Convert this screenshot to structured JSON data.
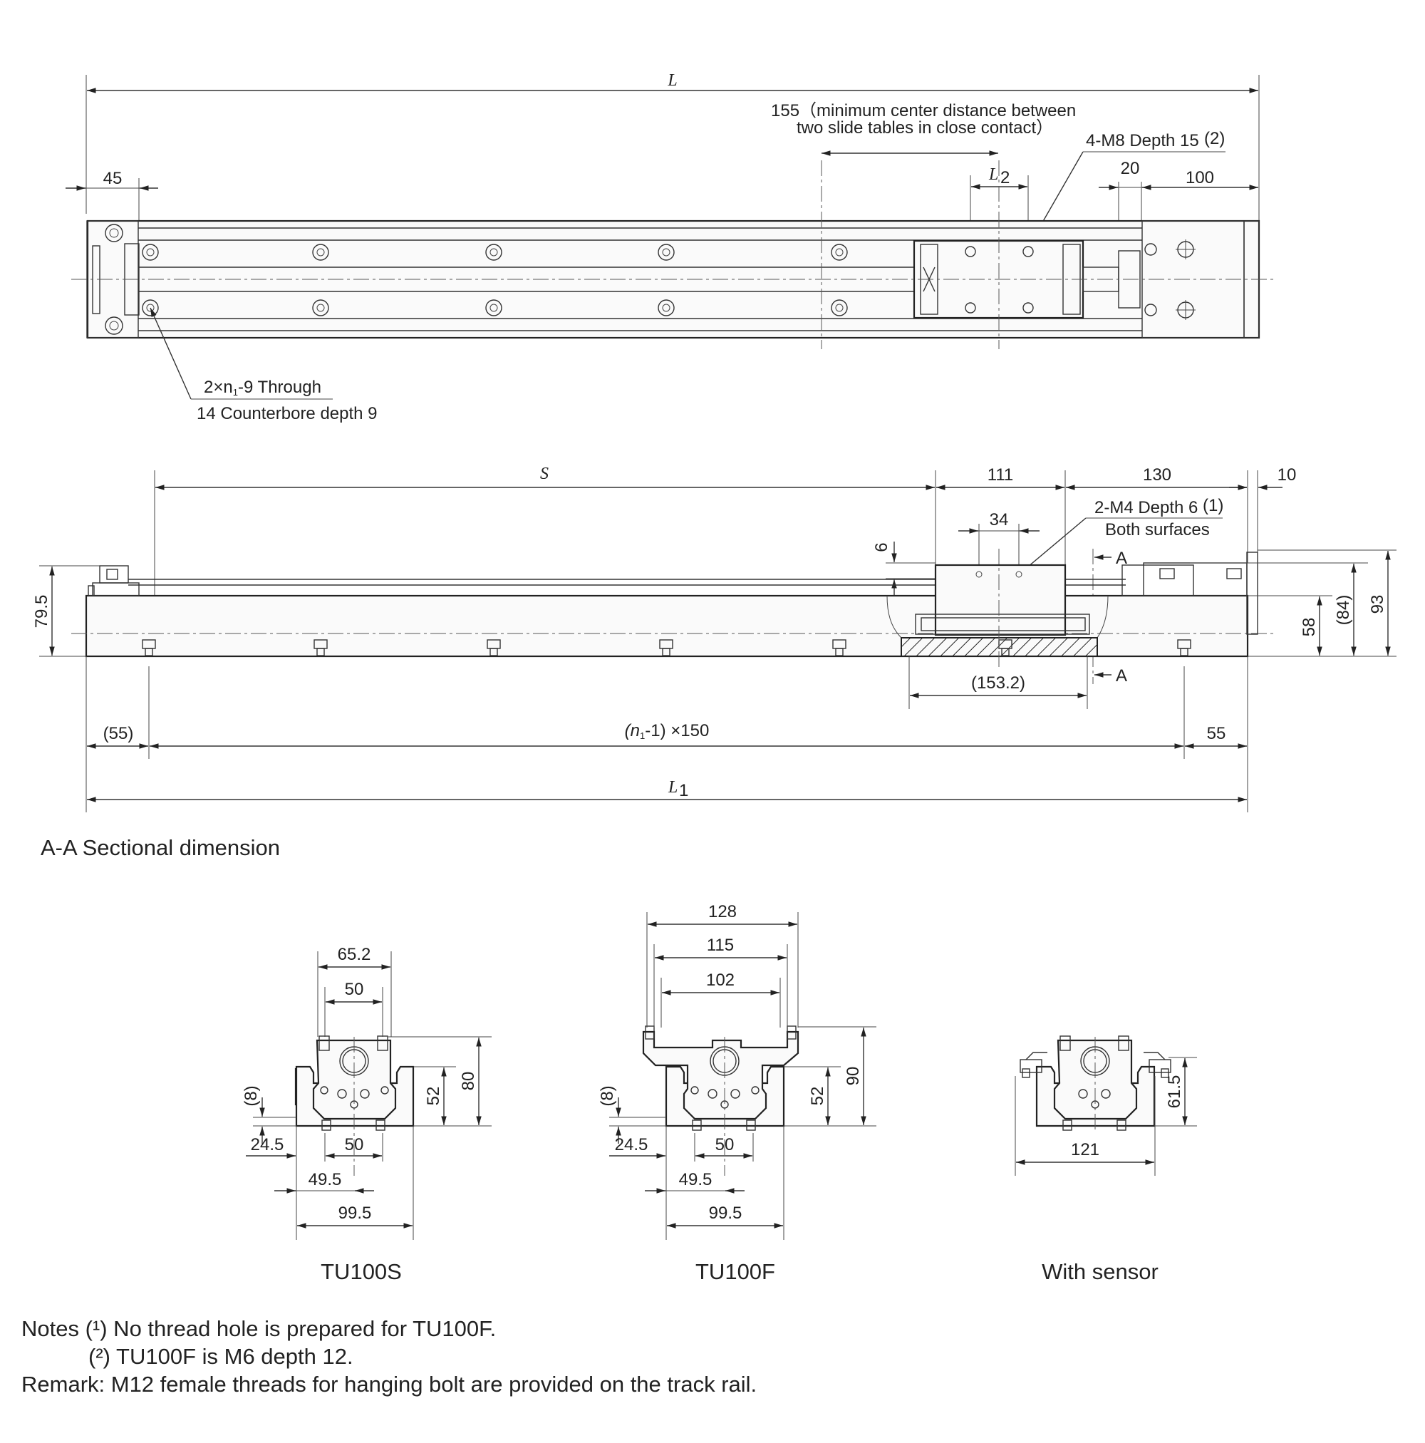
{
  "top_view": {
    "L": "L",
    "min_center_distance": "155（minimum center distance between",
    "min_center_distance_2": "two slide tables in close contact）",
    "L2": "L",
    "L2_sub": "2",
    "d45": "45",
    "d20": "20",
    "d100": "100",
    "m8_note": "4-M8 Depth 15",
    "m8_note_ref": "(2)",
    "through_hole": "2×n",
    "through_hole_sub": "1",
    "through_hole_rest": "-9 Through",
    "counterbore": "14 Counterbore depth 9"
  },
  "side_view": {
    "S": "S",
    "d111": "111",
    "d130": "130",
    "d10": "10",
    "d34": "34",
    "m4_note": "2-M4 Depth 6",
    "m4_note_ref": "(1)",
    "both_surfaces": "Both surfaces",
    "d6": "6",
    "section_A_top": "A",
    "section_A_bottom": "A",
    "h79_5": "79.5",
    "h58": "58",
    "h84": "(84)",
    "h93": "93",
    "d153_2": "(153.2)",
    "d55_left": "(55)",
    "pitch_open": "(n",
    "pitch_sub": "1",
    "pitch_close": "-1) ×150",
    "d55_right": "55",
    "L1": "L",
    "L1_sub": "1"
  },
  "section_title": "A-A Sectional dimension",
  "sections": {
    "tu100s": {
      "label": "TU100S",
      "d65_2": "65.2",
      "d50_top": "50",
      "d52": "52",
      "d80": "80",
      "d8": "(8)",
      "d24_5": "24.5",
      "d50_bottom": "50",
      "d49_5": "49.5",
      "d99_5": "99.5"
    },
    "tu100f": {
      "label": "TU100F",
      "d128": "128",
      "d115": "115",
      "d102": "102",
      "d52": "52",
      "d90": "90",
      "d8": "(8)",
      "d24_5": "24.5",
      "d50_bottom": "50",
      "d49_5": "49.5",
      "d99_5": "99.5"
    },
    "sensor": {
      "label": "With sensor",
      "d61_5": "61.5",
      "d121": "121"
    }
  },
  "notes": {
    "line1": "Notes  (¹) No thread hole is prepared for TU100F.",
    "line2": "(²) TU100F is M6 depth 12.",
    "line3": "Remark: M12 female threads for hanging bolt are provided on the track rail."
  }
}
